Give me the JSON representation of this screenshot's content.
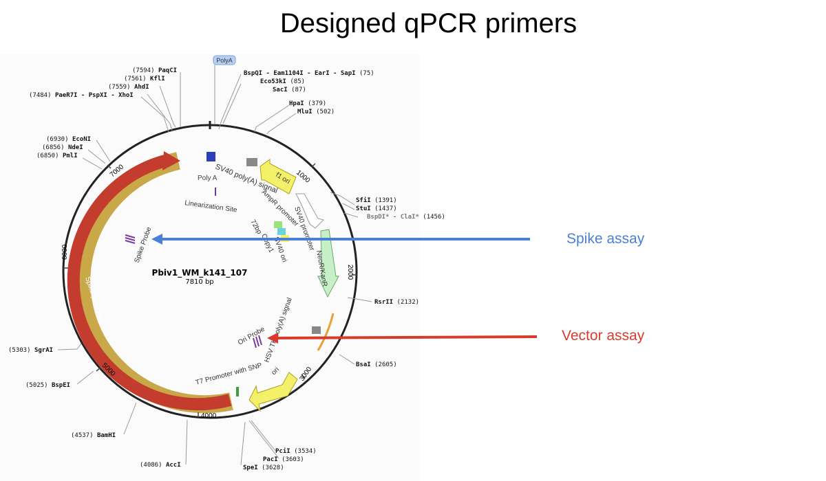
{
  "title": "Designed qPCR primers",
  "plasmid": {
    "name": "Pbiv1_WM_k141_107",
    "size": "7810 bp"
  },
  "ticks": {
    "t1000": "1000",
    "t2000": "2000",
    "t3000": "3000",
    "t4000": "4000",
    "t5000": "5000",
    "t6000": "6000",
    "t7000": "7000"
  },
  "sites": {
    "paqci": {
      "pos": "(7594)",
      "name": "PaqCI"
    },
    "kfli": {
      "pos": "(7561)",
      "name": "KflI"
    },
    "ahdi": {
      "pos": "(7559)",
      "name": "AhdI"
    },
    "paer7i": {
      "pos": "(7484)",
      "name": "PaeR7I - PspXI - XhoI"
    },
    "bspqi": {
      "name": "BspQI - Eam1104I - EarI - SapI",
      "pos": "(75)"
    },
    "eco53ki": {
      "name": "Eco53kI",
      "pos": "(85)"
    },
    "saci": {
      "name": "SacI",
      "pos": "(87)"
    },
    "hpai": {
      "name": "HpaI",
      "pos": "(379)"
    },
    "mlui": {
      "name": "MluI",
      "pos": "(502)"
    },
    "econi": {
      "pos": "(6930)",
      "name": "EcoNI"
    },
    "ndei": {
      "pos": "(6856)",
      "name": "NdeI"
    },
    "pmli": {
      "pos": "(6850)",
      "name": "PmlI"
    },
    "sfii": {
      "name": "SfiI",
      "pos": "(1391)"
    },
    "stui": {
      "name": "StuI",
      "pos": "(1437)"
    },
    "bspdi": {
      "name": "BspDI* - ClaI*",
      "pos": "(1456)"
    },
    "rsrii": {
      "name": "RsrII",
      "pos": "(2132)"
    },
    "bsai": {
      "name": "BsaI",
      "pos": "(2605)"
    },
    "sgrai": {
      "pos": "(5303)",
      "name": "SgrAI"
    },
    "bspei": {
      "pos": "(5025)",
      "name": "BspEI"
    },
    "bamhi": {
      "pos": "(4537)",
      "name": "BamHI"
    },
    "acci": {
      "pos": "(4086)",
      "name": "AccI"
    },
    "pcii": {
      "name": "PciI",
      "pos": "(3534)"
    },
    "paci": {
      "name": "PacI",
      "pos": "(3603)"
    },
    "spei": {
      "name": "SpeI",
      "pos": "(3628)"
    }
  },
  "features": {
    "polya_badge": "PolyA",
    "poly_a": "Poly A",
    "sv40_polya": "SV40 poly(A) signal",
    "f1_ori": "f1 ori",
    "ampr_promoter": "AmpR promoter",
    "sv40_promoter": "SV40 promoter",
    "linearization": "Linearization Site",
    "bp72": "72bp",
    "copy1": "Copy1",
    "sv40_ori": "SV40 ori",
    "neor": "NeoR/KanR",
    "hsv_tk": "HSV TK poly(A) signal",
    "ori": "ori",
    "ori_probe": "Ori Probe",
    "t7": "T7 Promoter with SNP",
    "spike_probe": "Spike Probe",
    "spike_omicron": "Spike (omicron)"
  },
  "assays": {
    "spike": "Spike assay",
    "vector": "Vector assay"
  },
  "colors": {
    "spike_arrow": "#4a7fd8",
    "vector_arrow": "#d83a2c",
    "spike_gene": "#c43c2e",
    "yellow": "#f4f06a",
    "neor": "#c8f0c8"
  }
}
